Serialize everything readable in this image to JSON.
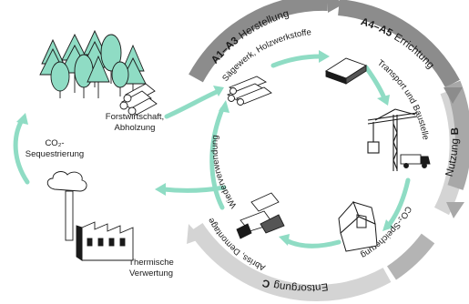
{
  "colors": {
    "ring_dark": "#8c8c8c",
    "ring_light": "#d4d4d4",
    "mint": "#8fdcc4",
    "tree_fill": "#8fdcc4",
    "line": "#1a1a1a"
  },
  "phases": {
    "a1a3": {
      "code": "A1–A3",
      "label": "Herstellung"
    },
    "a4a5": {
      "code": "A4–A5",
      "label": "Errichtung"
    },
    "b": {
      "code": "B",
      "label": "Nutzung"
    },
    "c": {
      "code": "C",
      "label": "Entsorgung"
    }
  },
  "steps": {
    "saegewerk": "Sägewerk, Holzwerkstoffe",
    "transport": "Transport und Baustelle",
    "co2_speicherung": "CO₂-Speicherung",
    "abriss": "Abriss, Demontage",
    "wiederverwendung": "Wiederverwendung"
  },
  "labels": {
    "forst_line1": "Forstwirtschaft,",
    "forst_line2": "Abholzung",
    "co2_line1": "CO₂-",
    "co2_line2": "Sequestrierung",
    "thermisch_line1": "Thermische",
    "thermisch_line2": "Verwertung"
  },
  "icons": [
    "forest-icon",
    "log-pile-icon",
    "lumber-stack-icon",
    "panel-stack-icon",
    "crane-icon",
    "truck-icon",
    "house-icon",
    "debris-icon",
    "factory-icon"
  ]
}
